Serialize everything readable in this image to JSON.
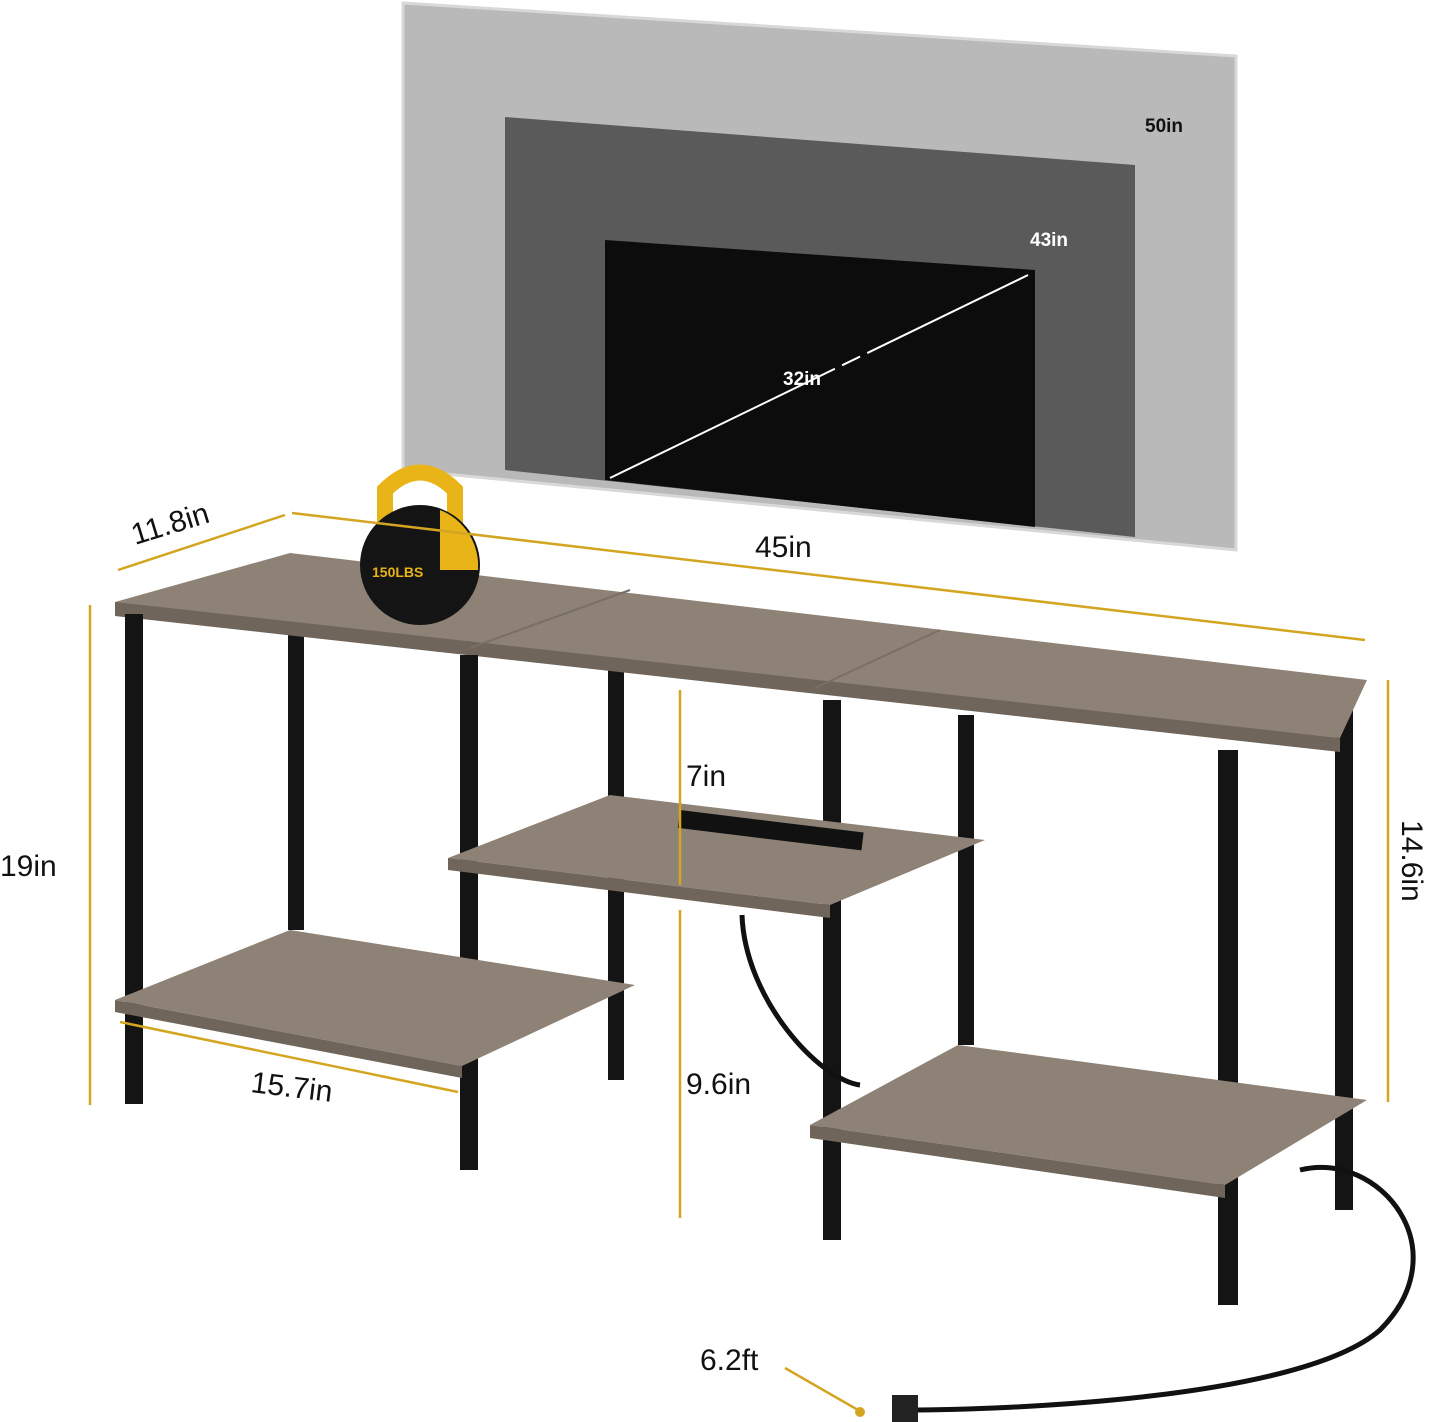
{
  "tv_sizes": {
    "large": "50in",
    "medium": "43in",
    "small": "32in"
  },
  "weight_badge": "150LBS",
  "dimensions": {
    "depth": "11.8in",
    "width": "45in",
    "height": "19in",
    "inner_height_top": "7in",
    "inner_height_bottom": "9.6in",
    "side_height": "14.6in",
    "shelf_width": "15.7in",
    "cord_length": "6.2ft"
  },
  "colors": {
    "dimension_line": "#d4a521",
    "wood": "#8e8276",
    "legs": "#141414"
  }
}
